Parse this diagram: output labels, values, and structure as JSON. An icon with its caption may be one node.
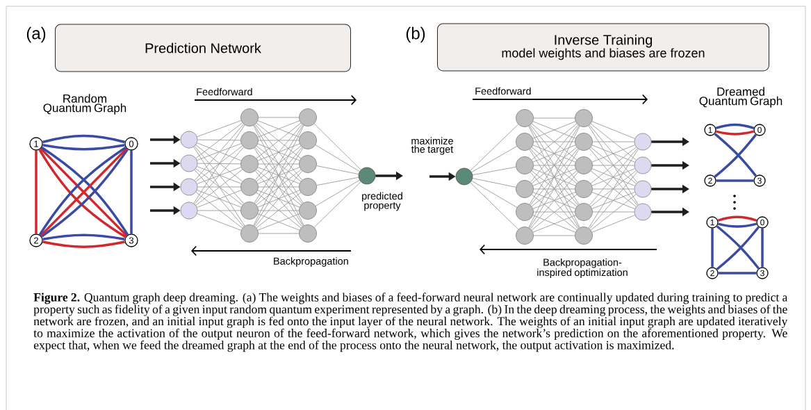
{
  "diagram": {
    "caption": "**Figure 2.** Quantum graph deep dreaming. (a) The weights and biases of a feed-forward neural network are continually updated during training to predict a property such as fidelity of a given input random quantum experiment represented by a graph. (b) In the deep dreaming process, the weights and biases of the network are frozen, and an initial input graph is fed onto the input layer of the neural network. The weights of an initial input graph are updated iteratively to maximize the activation of the output neuron of the feed-forward network, which gives the network’s prediction on the aforementioned property. We expect that, when we feed the dreamed graph at the end of the process onto the neural network, the output activation is maximized.",
    "nodes": [
      {
        "text": [
          "Prediction Network"
        ]
      },
      {
        "text": [
          "Inverse Training",
          "model weights and biases are frozen"
        ]
      },
      {
        "text": [
          "1"
        ]
      },
      {
        "text": [
          "0"
        ]
      },
      {
        "text": [
          "2"
        ]
      },
      {
        "text": [
          "3"
        ]
      },
      {
        "text": [],
        "shape": "circle"
      },
      {
        "text": [],
        "shape": "circle"
      },
      {
        "text": [],
        "shape": "circle"
      },
      {
        "text": [],
        "shape": "circle"
      },
      {
        "text": [],
        "shape": "circle"
      },
      {
        "text": [],
        "shape": "circle"
      },
      {
        "text": [],
        "shape": "circle"
      },
      {
        "text": [],
        "shape": "circle"
      },
      {
        "text": [],
        "shape": "circle"
      },
      {
        "text": [],
        "shape": "circle"
      },
      {
        "text": [],
        "shape": "circle"
      },
      {
        "text": [],
        "shape": "circle"
      },
      {
        "text": [],
        "shape": "circle"
      },
      {
        "text": [],
        "shape": "circle"
      },
      {
        "text": [],
        "shape": "circle"
      },
      {
        "text": [],
        "shape": "circle"
      },
      {
        "text": [],
        "shape": "circle",
        "beside": [
          "predicted property"
        ]
      },
      {
        "text": [],
        "shape": "circle",
        "beside": [
          "maximize the target"
        ]
      },
      {
        "text": [],
        "shape": "circle"
      },
      {
        "text": [],
        "shape": "circle"
      },
      {
        "text": [],
        "shape": "circle"
      },
      {
        "text": [],
        "shape": "circle"
      },
      {
        "text": [],
        "shape": "circle"
      },
      {
        "text": [],
        "shape": "circle"
      },
      {
        "text": [],
        "shape": "circle"
      },
      {
        "text": [],
        "shape": "circle"
      },
      {
        "text": [],
        "shape": "circle"
      },
      {
        "text": [],
        "shape": "circle"
      },
      {
        "text": [],
        "shape": "circle"
      },
      {
        "text": [],
        "shape": "circle"
      },
      {
        "text": [],
        "shape": "circle"
      },
      {
        "text": [],
        "shape": "circle"
      },
      {
        "text": [],
        "shape": "circle"
      },
      {
        "text": [],
        "shape": "circle"
      },
      {
        "text": [
          "1"
        ]
      },
      {
        "text": [
          "0"
        ]
      },
      {
        "text": [
          "2"
        ]
      },
      {
        "text": [
          "3"
        ]
      },
      {
        "text": [
          "1"
        ]
      },
      {
        "text": [
          "0"
        ]
      },
      {
        "text": [
          "2"
        ]
      },
      {
        "text": [
          "3"
        ]
      }
    ],
    "edges": [
      {
        "from": 2,
        "to": 3,
        "arrow": "none",
        "style": "thick",
        "color": "#3b4ba3"
      },
      {
        "from": 2,
        "to": 3,
        "arrow": "none",
        "style": "thick",
        "color": "#3b4ba3"
      },
      {
        "from": 2,
        "to": 4,
        "arrow": "none",
        "style": "thick",
        "color": "#d0282e"
      },
      {
        "from": 3,
        "to": 5,
        "arrow": "none",
        "style": "thick",
        "color": "#3b4ba3"
      },
      {
        "from": 2,
        "to": 5,
        "arrow": "none",
        "style": "thick",
        "color": "#d0282e"
      },
      {
        "from": 2,
        "to": 5,
        "arrow": "none",
        "style": "thick",
        "color": "#d0282e"
      },
      {
        "from": 2,
        "to": 5,
        "arrow": "none",
        "style": "thick",
        "color": "#3b4ba3"
      },
      {
        "from": 3,
        "to": 4,
        "arrow": "none",
        "style": "thick",
        "color": "#3b4ba3"
      },
      {
        "from": 3,
        "to": 4,
        "arrow": "none",
        "style": "thick",
        "color": "#d0282e"
      },
      {
        "from": 3,
        "to": 4,
        "arrow": "none",
        "style": "thick",
        "color": "#3b4ba3"
      },
      {
        "from": 4,
        "to": 5,
        "arrow": "none",
        "style": "thick",
        "color": "#3b4ba3"
      },
      {
        "from": 4,
        "to": 5,
        "arrow": "none",
        "style": "thick",
        "color": "#d0282e"
      },
      {
        "from": 40,
        "to": 41,
        "arrow": "none",
        "style": "thick",
        "color": "#3b4ba3"
      },
      {
        "from": 40,
        "to": 41,
        "arrow": "none",
        "style": "thick",
        "color": "#d0282e"
      },
      {
        "from": 40,
        "to": 43,
        "arrow": "none",
        "style": "thick",
        "color": "#3b4ba3"
      },
      {
        "from": 41,
        "to": 42,
        "arrow": "none",
        "style": "thick",
        "color": "#3b4ba3"
      },
      {
        "from": 42,
        "to": 43,
        "arrow": "none",
        "style": "thick",
        "color": "#3b4ba3"
      },
      {
        "from": 44,
        "to": 45,
        "arrow": "none",
        "style": "thick",
        "color": "#d0282e"
      },
      {
        "from": 44,
        "to": 45,
        "arrow": "none",
        "style": "thick",
        "color": "#3b4ba3"
      },
      {
        "from": 44,
        "to": 46,
        "arrow": "none",
        "style": "thick",
        "color": "#3b4ba3"
      },
      {
        "from": 45,
        "to": 47,
        "arrow": "none",
        "style": "thick",
        "color": "#3b4ba3"
      },
      {
        "from": 44,
        "to": 47,
        "arrow": "none",
        "style": "thick",
        "color": "#3b4ba3"
      },
      {
        "from": 45,
        "to": 46,
        "arrow": "none",
        "style": "thick",
        "color": "#3b4ba3"
      },
      {
        "from": 46,
        "to": 47,
        "arrow": "none",
        "style": "thick",
        "color": "#3b4ba3"
      },
      {
        "from": null,
        "to": 6,
        "arrow": "to",
        "style": "thick",
        "color": "#1e1e1e"
      },
      {
        "from": null,
        "to": 7,
        "arrow": "to",
        "style": "thick",
        "color": "#1e1e1e"
      },
      {
        "from": null,
        "to": 8,
        "arrow": "to",
        "style": "thick",
        "color": "#1e1e1e"
      },
      {
        "from": null,
        "to": 9,
        "arrow": "to",
        "style": "thick",
        "color": "#1e1e1e"
      },
      {
        "from": 22,
        "to": null,
        "arrow": "to",
        "style": "thick",
        "color": "#1e1e1e"
      },
      {
        "from": null,
        "to": 23,
        "arrow": "to",
        "style": "thick",
        "color": "#1e1e1e"
      },
      {
        "from": 36,
        "to": null,
        "arrow": "to",
        "style": "thick",
        "color": "#1e1e1e"
      },
      {
        "from": 37,
        "to": null,
        "arrow": "to",
        "style": "thick",
        "color": "#1e1e1e"
      },
      {
        "from": 38,
        "to": null,
        "arrow": "to",
        "style": "thick",
        "color": "#1e1e1e"
      },
      {
        "from": 39,
        "to": null,
        "arrow": "to",
        "style": "thick",
        "color": "#1e1e1e"
      },
      {
        "from": 6,
        "to": 10,
        "arrow": "none"
      },
      {
        "from": 6,
        "to": 11,
        "arrow": "none"
      },
      {
        "from": 6,
        "to": 12,
        "arrow": "none"
      },
      {
        "from": 6,
        "to": 13,
        "arrow": "none"
      },
      {
        "from": 6,
        "to": 14,
        "arrow": "none"
      },
      {
        "from": 6,
        "to": 15,
        "arrow": "none"
      },
      {
        "from": 7,
        "to": 10,
        "arrow": "none"
      },
      {
        "from": 7,
        "to": 11,
        "arrow": "none"
      },
      {
        "from": 7,
        "to": 12,
        "arrow": "none"
      },
      {
        "from": 7,
        "to": 13,
        "arrow": "none"
      },
      {
        "from": 7,
        "to": 14,
        "arrow": "none"
      },
      {
        "from": 7,
        "to": 15,
        "arrow": "none"
      },
      {
        "from": 8,
        "to": 10,
        "arrow": "none"
      },
      {
        "from": 8,
        "to": 11,
        "arrow": "none"
      },
      {
        "from": 8,
        "to": 12,
        "arrow": "none"
      },
      {
        "from": 8,
        "to": 13,
        "arrow": "none"
      },
      {
        "from": 8,
        "to": 14,
        "arrow": "none"
      },
      {
        "from": 8,
        "to": 15,
        "arrow": "none"
      },
      {
        "from": 9,
        "to": 10,
        "arrow": "none"
      },
      {
        "from": 9,
        "to": 11,
        "arrow": "none"
      },
      {
        "from": 9,
        "to": 12,
        "arrow": "none"
      },
      {
        "from": 9,
        "to": 13,
        "arrow": "none"
      },
      {
        "from": 9,
        "to": 14,
        "arrow": "none"
      },
      {
        "from": 9,
        "to": 15,
        "arrow": "none"
      },
      {
        "from": 10,
        "to": 16,
        "arrow": "none"
      },
      {
        "from": 10,
        "to": 17,
        "arrow": "none"
      },
      {
        "from": 10,
        "to": 18,
        "arrow": "none"
      },
      {
        "from": 10,
        "to": 19,
        "arrow": "none"
      },
      {
        "from": 10,
        "to": 20,
        "arrow": "none"
      },
      {
        "from": 10,
        "to": 21,
        "arrow": "none"
      },
      {
        "from": 11,
        "to": 16,
        "arrow": "none"
      },
      {
        "from": 11,
        "to": 17,
        "arrow": "none"
      },
      {
        "from": 11,
        "to": 18,
        "arrow": "none"
      },
      {
        "from": 11,
        "to": 19,
        "arrow": "none"
      },
      {
        "from": 11,
        "to": 20,
        "arrow": "none"
      },
      {
        "from": 11,
        "to": 21,
        "arrow": "none"
      },
      {
        "from": 12,
        "to": 16,
        "arrow": "none"
      },
      {
        "from": 12,
        "to": 17,
        "arrow": "none"
      },
      {
        "from": 12,
        "to": 18,
        "arrow": "none"
      },
      {
        "from": 12,
        "to": 19,
        "arrow": "none"
      },
      {
        "from": 12,
        "to": 20,
        "arrow": "none"
      },
      {
        "from": 12,
        "to": 21,
        "arrow": "none"
      },
      {
        "from": 13,
        "to": 16,
        "arrow": "none"
      },
      {
        "from": 13,
        "to": 17,
        "arrow": "none"
      },
      {
        "from": 13,
        "to": 18,
        "arrow": "none"
      },
      {
        "from": 13,
        "to": 19,
        "arrow": "none"
      },
      {
        "from": 13,
        "to": 20,
        "arrow": "none"
      },
      {
        "from": 13,
        "to": 21,
        "arrow": "none"
      },
      {
        "from": 14,
        "to": 16,
        "arrow": "none"
      },
      {
        "from": 14,
        "to": 17,
        "arrow": "none"
      },
      {
        "from": 14,
        "to": 18,
        "arrow": "none"
      },
      {
        "from": 14,
        "to": 19,
        "arrow": "none"
      },
      {
        "from": 14,
        "to": 20,
        "arrow": "none"
      },
      {
        "from": 14,
        "to": 21,
        "arrow": "none"
      },
      {
        "from": 15,
        "to": 16,
        "arrow": "none"
      },
      {
        "from": 15,
        "to": 17,
        "arrow": "none"
      },
      {
        "from": 15,
        "to": 18,
        "arrow": "none"
      },
      {
        "from": 15,
        "to": 19,
        "arrow": "none"
      },
      {
        "from": 15,
        "to": 20,
        "arrow": "none"
      },
      {
        "from": 15,
        "to": 21,
        "arrow": "none"
      },
      {
        "from": 16,
        "to": 22,
        "arrow": "none"
      },
      {
        "from": 17,
        "to": 22,
        "arrow": "none"
      },
      {
        "from": 18,
        "to": 22,
        "arrow": "none"
      },
      {
        "from": 19,
        "to": 22,
        "arrow": "none"
      },
      {
        "from": 20,
        "to": 22,
        "arrow": "none"
      },
      {
        "from": 21,
        "to": 22,
        "arrow": "none"
      },
      {
        "from": 23,
        "to": 24,
        "arrow": "none"
      },
      {
        "from": 23,
        "to": 25,
        "arrow": "none"
      },
      {
        "from": 23,
        "to": 26,
        "arrow": "none"
      },
      {
        "from": 23,
        "to": 27,
        "arrow": "none"
      },
      {
        "from": 23,
        "to": 28,
        "arrow": "none"
      },
      {
        "from": 23,
        "to": 29,
        "arrow": "none"
      },
      {
        "from": 24,
        "to": 30,
        "arrow": "none"
      },
      {
        "from": 24,
        "to": 31,
        "arrow": "none"
      },
      {
        "from": 24,
        "to": 32,
        "arrow": "none"
      },
      {
        "from": 24,
        "to": 33,
        "arrow": "none"
      },
      {
        "from": 24,
        "to": 34,
        "arrow": "none"
      },
      {
        "from": 24,
        "to": 35,
        "arrow": "none"
      },
      {
        "from": 25,
        "to": 30,
        "arrow": "none"
      },
      {
        "from": 25,
        "to": 31,
        "arrow": "none"
      },
      {
        "from": 25,
        "to": 32,
        "arrow": "none"
      },
      {
        "from": 25,
        "to": 33,
        "arrow": "none"
      },
      {
        "from": 25,
        "to": 34,
        "arrow": "none"
      },
      {
        "from": 25,
        "to": 35,
        "arrow": "none"
      },
      {
        "from": 26,
        "to": 30,
        "arrow": "none"
      },
      {
        "from": 26,
        "to": 31,
        "arrow": "none"
      },
      {
        "from": 26,
        "to": 32,
        "arrow": "none"
      },
      {
        "from": 26,
        "to": 33,
        "arrow": "none"
      },
      {
        "from": 26,
        "to": 34,
        "arrow": "none"
      },
      {
        "from": 26,
        "to": 35,
        "arrow": "none"
      },
      {
        "from": 27,
        "to": 30,
        "arrow": "none"
      },
      {
        "from": 27,
        "to": 31,
        "arrow": "none"
      },
      {
        "from": 27,
        "to": 32,
        "arrow": "none"
      },
      {
        "from": 27,
        "to": 33,
        "arrow": "none"
      },
      {
        "from": 27,
        "to": 34,
        "arrow": "none"
      },
      {
        "from": 27,
        "to": 35,
        "arrow": "none"
      },
      {
        "from": 28,
        "to": 30,
        "arrow": "none"
      },
      {
        "from": 28,
        "to": 31,
        "arrow": "none"
      },
      {
        "from": 28,
        "to": 32,
        "arrow": "none"
      },
      {
        "from": 28,
        "to": 33,
        "arrow": "none"
      },
      {
        "from": 28,
        "to": 34,
        "arrow": "none"
      },
      {
        "from": 28,
        "to": 35,
        "arrow": "none"
      },
      {
        "from": 29,
        "to": 30,
        "arrow": "none"
      },
      {
        "from": 29,
        "to": 31,
        "arrow": "none"
      },
      {
        "from": 29,
        "to": 32,
        "arrow": "none"
      },
      {
        "from": 29,
        "to": 33,
        "arrow": "none"
      },
      {
        "from": 29,
        "to": 34,
        "arrow": "none"
      },
      {
        "from": 29,
        "to": 35,
        "arrow": "none"
      },
      {
        "from": 30,
        "to": 36,
        "arrow": "none"
      },
      {
        "from": 30,
        "to": 37,
        "arrow": "none"
      },
      {
        "from": 30,
        "to": 38,
        "arrow": "none"
      },
      {
        "from": 30,
        "to": 39,
        "arrow": "none"
      },
      {
        "from": 31,
        "to": 36,
        "arrow": "none"
      },
      {
        "from": 31,
        "to": 37,
        "arrow": "none"
      },
      {
        "from": 31,
        "to": 38,
        "arrow": "none"
      },
      {
        "from": 31,
        "to": 39,
        "arrow": "none"
      },
      {
        "from": 32,
        "to": 36,
        "arrow": "none"
      },
      {
        "from": 32,
        "to": 37,
        "arrow": "none"
      },
      {
        "from": 32,
        "to": 38,
        "arrow": "none"
      },
      {
        "from": 32,
        "to": 39,
        "arrow": "none"
      },
      {
        "from": 33,
        "to": 36,
        "arrow": "none"
      },
      {
        "from": 33,
        "to": 37,
        "arrow": "none"
      },
      {
        "from": 33,
        "to": 38,
        "arrow": "none"
      },
      {
        "from": 33,
        "to": 39,
        "arrow": "none"
      },
      {
        "from": 34,
        "to": 36,
        "arrow": "none"
      },
      {
        "from": 34,
        "to": 37,
        "arrow": "none"
      },
      {
        "from": 34,
        "to": 38,
        "arrow": "none"
      },
      {
        "from": 34,
        "to": 39,
        "arrow": "none"
      },
      {
        "from": 35,
        "to": 36,
        "arrow": "none"
      },
      {
        "from": 35,
        "to": 37,
        "arrow": "none"
      },
      {
        "from": 35,
        "to": 38,
        "arrow": "none"
      },
      {
        "from": 35,
        "to": 39,
        "arrow": "none"
      }
    ],
    "labels": [
      "(a)",
      "(b)",
      "Random Quantum Graph",
      "Feedforward",
      "Feedforward",
      "Dreamed Quantum Graph",
      "Backpropagation",
      "Backpropagation-inspired optimization"
    ]
  }
}
